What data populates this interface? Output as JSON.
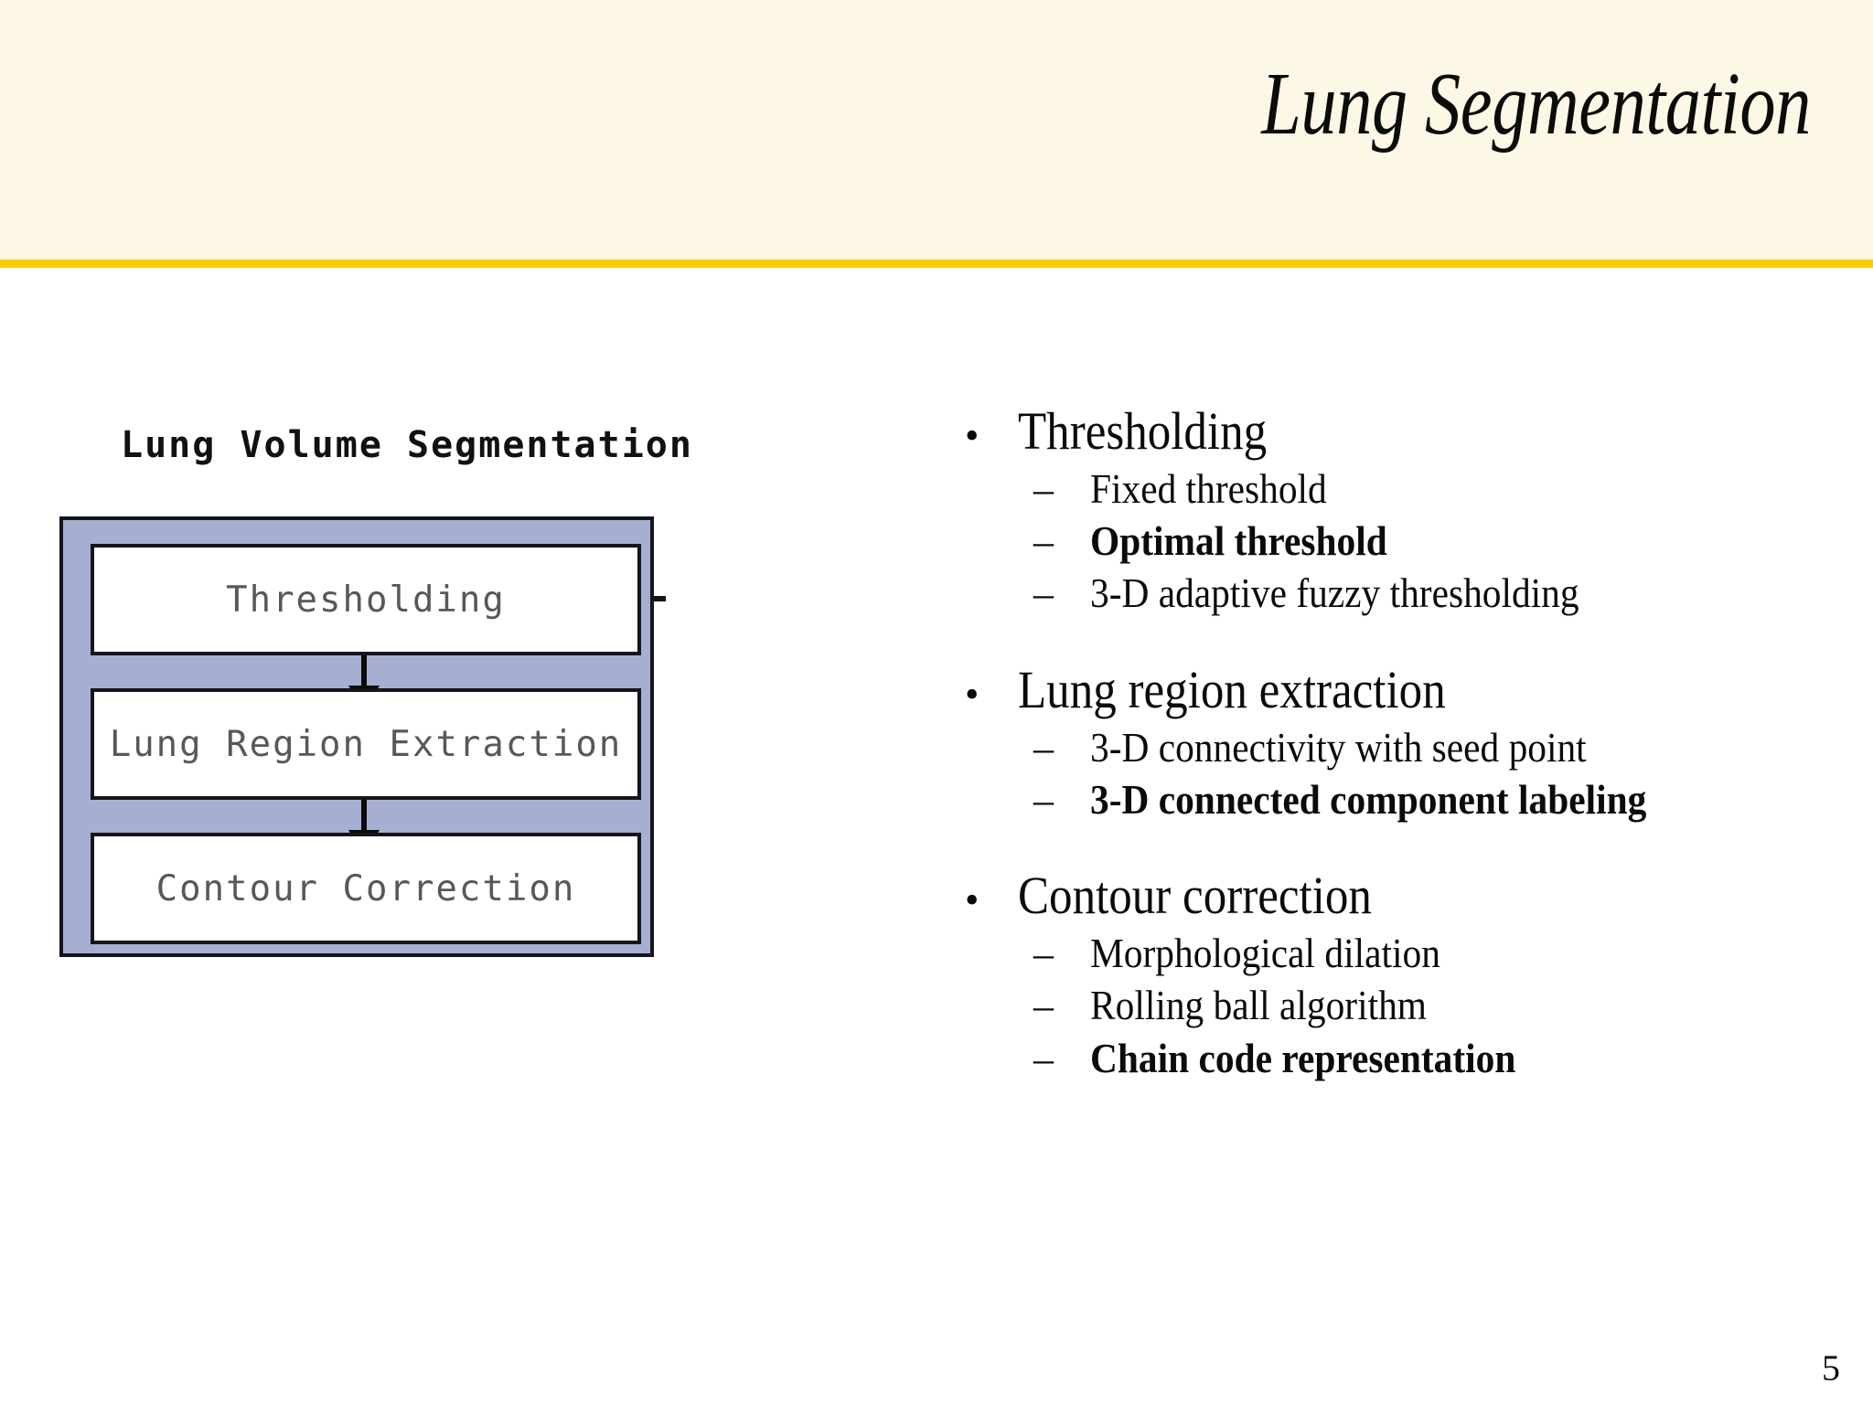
{
  "slide": {
    "title": "Lung Segmentation",
    "page_number": "5",
    "accent_color": "#fcc90b",
    "header_background": "#fdf7e6",
    "diagram_frame_color": "#a6aed2"
  },
  "diagram": {
    "heading": "Lung Volume Segmentation",
    "stages": [
      {
        "label": "Thresholding"
      },
      {
        "label": "Lung Region Extraction"
      },
      {
        "label": "Contour Correction"
      }
    ],
    "arrows": [
      {
        "from": "Thresholding",
        "to": "Lung Region Extraction"
      },
      {
        "from": "Lung Region Extraction",
        "to": "Contour Correction"
      }
    ]
  },
  "outline": {
    "groups": [
      {
        "heading": "Thresholding",
        "items": [
          {
            "text": "Fixed threshold",
            "bold": false
          },
          {
            "text": "Optimal threshold",
            "bold": true
          },
          {
            "text": "3-D adaptive fuzzy thresholding",
            "bold": false
          }
        ]
      },
      {
        "heading": "Lung region extraction",
        "items": [
          {
            "text": "3-D connectivity with seed point",
            "bold": false
          },
          {
            "text": "3-D connected component labeling",
            "bold": true
          }
        ]
      },
      {
        "heading": "Contour correction",
        "items": [
          {
            "text": "Morphological dilation",
            "bold": false
          },
          {
            "text": "Rolling ball algorithm",
            "bold": false
          },
          {
            "text": "Chain code representation",
            "bold": true
          }
        ]
      }
    ],
    "bullet_glyph": "•",
    "dash_glyph": "–"
  }
}
